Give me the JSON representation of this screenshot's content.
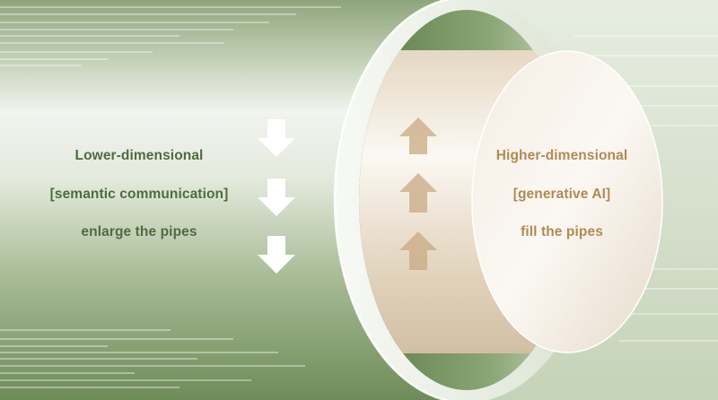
{
  "left_text": {
    "line1": "Lower-dimensional",
    "line2": "[semantic communication]",
    "line3": "enlarge the pipes"
  },
  "right_text": {
    "line1": "Higher-dimensional",
    "line2": "[generative AI]",
    "line3": "fill the pipes"
  },
  "colors": {
    "pipe_green": "#6f8f5a",
    "pipe_light": "#eef2ea",
    "left_text": "#4f6c3f",
    "right_text": "#b08a55",
    "fill_cylinder": "#e6d9c6",
    "arrow_white": "#ffffff",
    "arrow_tan": "#c8a983"
  },
  "icons": {
    "down_arrows": "arrow-down-icon",
    "up_arrows": "arrow-up-icon"
  }
}
